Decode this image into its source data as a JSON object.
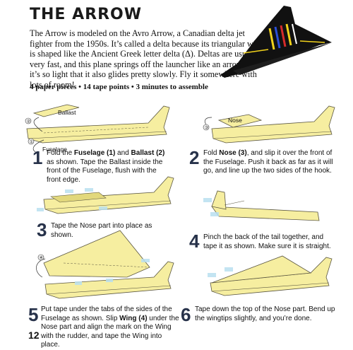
{
  "page": {
    "title": "THE ARROW",
    "intro": "The Arrow is modeled on the Avro Arrow, a Canadian delta jet fighter from the 1950s. It’s called a delta because its triangular wing is shaped like the Ancient Greek letter delta (Δ). Deltas are usually very fast, and this plane springs off the launcher like an arrow, but it’s so light that it also glides pretty slowly. Fly it somewhere with lots of room!",
    "meta": "4 paper pieces • 14 tape points • 3 minutes to assemble",
    "page_number": "12"
  },
  "labels": {
    "ballast": "Ballast",
    "fuselage": "Fuselage",
    "nose": "Nose",
    "c1": "①",
    "c2": "②",
    "c3": "③",
    "c4": "④"
  },
  "steps": [
    {
      "num": "1",
      "pre": "Fold the ",
      "b1": "Fuselage (1)",
      "mid": " and ",
      "b2": "Ballast (2)",
      "post": " as shown. Tape the Ballast inside the front of the Fuselage, flush with the front edge."
    },
    {
      "num": "2",
      "pre": "Fold ",
      "b1": "Nose (3)",
      "post": ", and slip it over the front of the Fuselage. Push it back as far as it will go, and line up the two sides of the hook."
    },
    {
      "num": "3",
      "text": "Tape the Nose part into place as shown."
    },
    {
      "num": "4",
      "text": "Pinch the back of the tail together, and tape it as shown. Make sure it is straight."
    },
    {
      "num": "5",
      "pre": "Put tape under the tabs of the sides of the Fuselage as shown. Slip ",
      "b1": "Wing (4)",
      "post": " under the Nose part and align the mark on the Wing with the rudder, and tape the Wing into place."
    },
    {
      "num": "6",
      "text": "Tape down the top of the Nose part. Bend up the wingtips slightly, and you’re done."
    }
  ],
  "colors": {
    "paper": "#f6eea0",
    "paper_dark": "#e2d87c",
    "outline": "#5a5640",
    "tape": "#b8dff0",
    "step_number": "#27324a",
    "jet_body": "#111111",
    "stripe_red": "#d62b2b",
    "stripe_blue": "#2b4fd6",
    "stripe_yellow": "#f2d21b"
  }
}
